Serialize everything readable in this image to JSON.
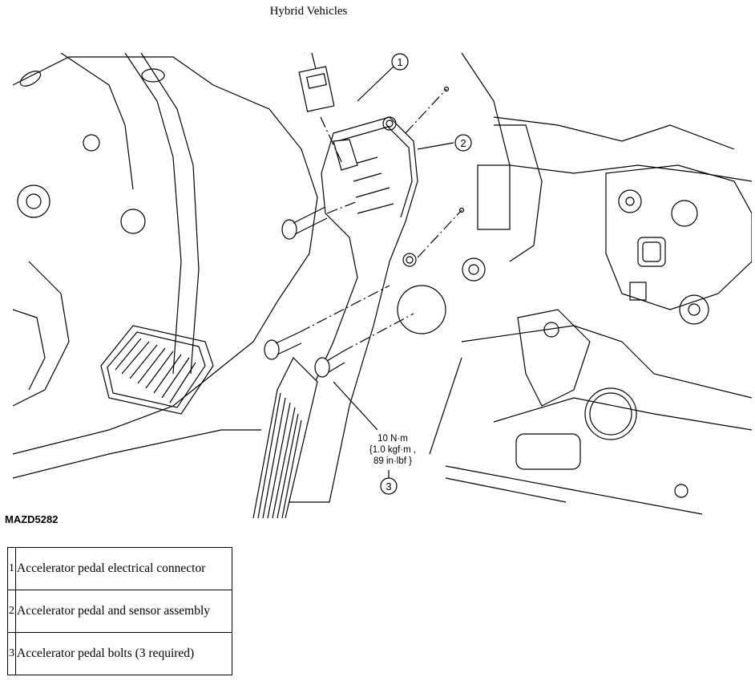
{
  "title": "Hybrid Vehicles",
  "figure": {
    "id": "MAZD5282",
    "callouts": [
      "1",
      "2",
      "3"
    ],
    "torque": {
      "line1": "10 N·m",
      "line2": "{1.0 kgf·m ,",
      "line3": "89 in·lbf }"
    }
  },
  "legend": [
    {
      "num": "1",
      "desc": "Accelerator pedal electrical connector"
    },
    {
      "num": "2",
      "desc": "Accelerator pedal and sensor assembly"
    },
    {
      "num": "3",
      "desc": "Accelerator pedal bolts (3 required)"
    }
  ]
}
